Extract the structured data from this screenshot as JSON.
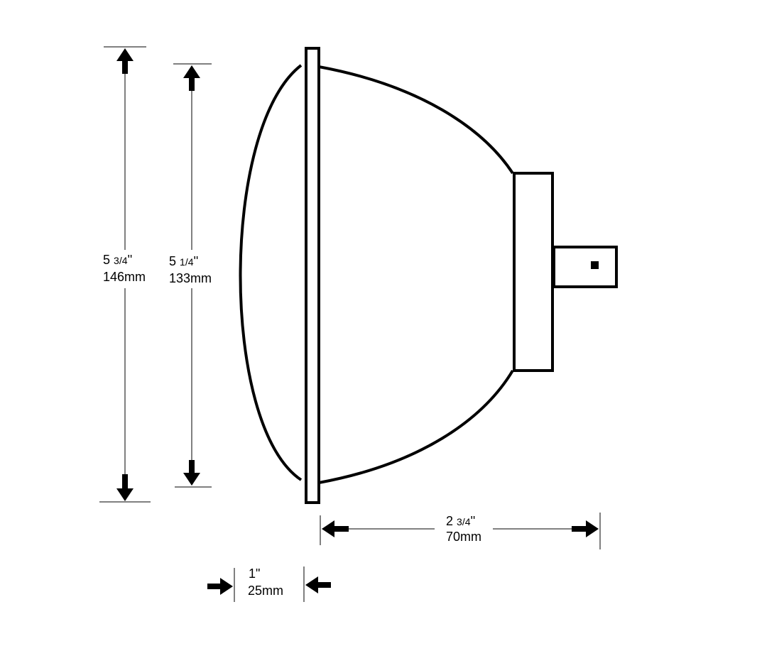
{
  "dimensions": {
    "overall_height": {
      "whole": "5",
      "fraction": "3/4",
      "inch_mark": "''",
      "metric": "146mm"
    },
    "lens_height": {
      "whole": "5",
      "fraction": "1/4",
      "inch_mark": "''",
      "metric": "133mm"
    },
    "depth": {
      "whole": "2",
      "fraction": "3/4",
      "inch_mark": "''",
      "metric": "70mm"
    },
    "lens_depth": {
      "imperial": "1\"",
      "metric": "25mm"
    }
  },
  "colors": {
    "line": "#000000",
    "background": "#ffffff"
  }
}
